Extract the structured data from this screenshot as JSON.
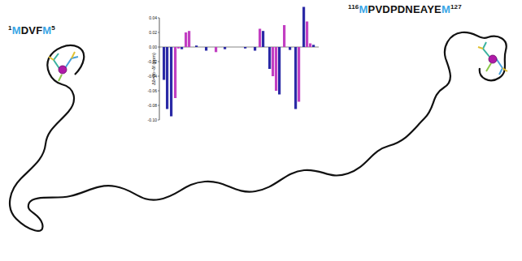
{
  "diagram": {
    "labels": [
      "1MDVFM5",
      "116MPVDPDNEAYEM127",
      "Δδ=δb−δf (ppm)",
      "0.04",
      "0.02",
      "0.00",
      "-0.02",
      "-0.04",
      "-0.06",
      "-0.08",
      "-0.10"
    ]
  }
}
